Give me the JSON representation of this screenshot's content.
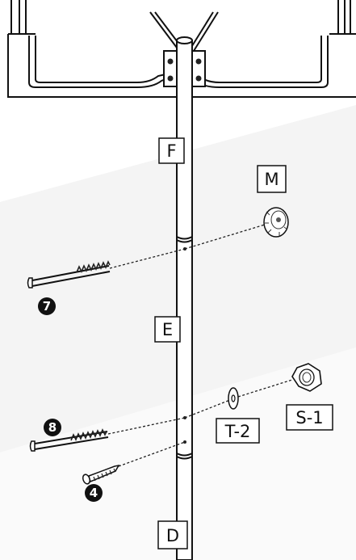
{
  "labels": {
    "part_f": "F",
    "part_m": "M",
    "part_e": "E",
    "part_t2": "T-2",
    "part_s1": "S-1",
    "part_d": "D"
  },
  "steps": {
    "step_7": "7",
    "step_8": "8",
    "step_4": "4"
  },
  "colors": {
    "line": "#111111",
    "background": "#ffffff",
    "shading": "#f3f3f3"
  }
}
